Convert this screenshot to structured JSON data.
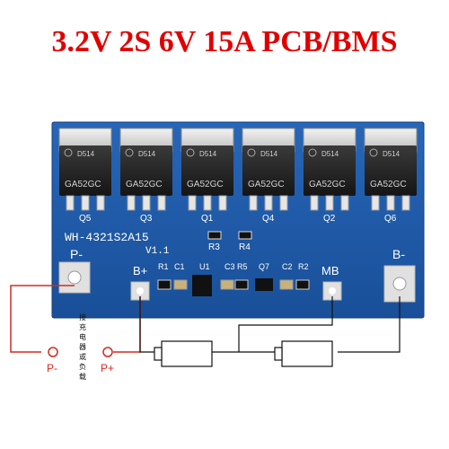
{
  "title": "3.2V 2S 6V 15A PCB/BMS",
  "board": {
    "model": "WH-4321S2A15",
    "version": "V1.1",
    "mosfet_marking_top": "D514",
    "mosfet_marking_bottom": "GA52GC",
    "mosfet_refs": [
      "Q5",
      "Q3",
      "Q1",
      "Q4",
      "Q2",
      "Q6"
    ],
    "resistor_refs": [
      "R3",
      "R4"
    ],
    "small_labels": [
      "R1",
      "C1",
      "U1",
      "C3",
      "R5",
      "Q7",
      "C2",
      "R2"
    ],
    "pad_p_minus": "P-",
    "pad_b_plus": "B+",
    "pad_mb": "MB",
    "pad_b_minus": "B-"
  },
  "wiring": {
    "load_label_cn": "接充电器或负载",
    "terminal_p_minus": "P-",
    "terminal_p_plus": "P+"
  },
  "colors": {
    "title": "#e10000",
    "board": "#1f59a8",
    "wire_red": "#d42a1f",
    "wire_black": "#111111"
  }
}
